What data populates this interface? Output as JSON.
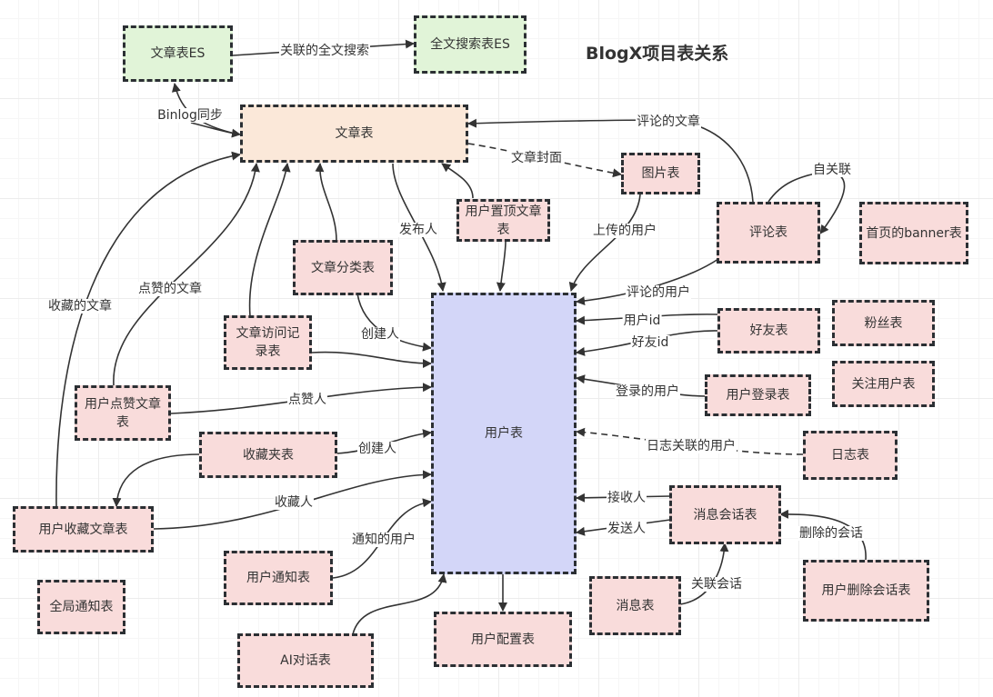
{
  "title": "BlogX项目表关系",
  "colors": {
    "es_fill": "#e1f4d8",
    "article_fill": "#fbe8d9",
    "user_fill": "#d3d6f8",
    "table_fill": "#f9dcdb",
    "border": "#2b2f33"
  },
  "nodes": {
    "article_es": "文章表ES",
    "fulltext_es": "全文搜索表ES",
    "article": "文章表",
    "image": "图片表",
    "user_top_article": "用户置顶文章表",
    "comment": "评论表",
    "banner": "首页的banner表",
    "category": "文章分类表",
    "visit_record": "文章访问记录表",
    "user_like_article": "用户点赞文章表",
    "favorite_folder": "收藏夹表",
    "user_collect_article": "用户收藏文章表",
    "global_notice": "全局通知表",
    "user_notice": "用户通知表",
    "ai_chat": "AI对话表",
    "user": "用户表",
    "user_config": "用户配置表",
    "friend": "好友表",
    "fans": "粉丝表",
    "follow": "关注用户表",
    "user_login": "用户登录表",
    "log": "日志表",
    "message_session": "消息会话表",
    "message": "消息表",
    "user_delete_session": "用户删除会话表"
  },
  "edges": {
    "es_fulltext": "关联的全文搜索",
    "binlog": "Binlog同步",
    "comment_article": "评论的文章",
    "cover": "文章封面",
    "self_relation": "自关联",
    "publisher": "发布人",
    "upload_user": "上传的用户",
    "comment_user": "评论的用户",
    "liked_article": "点赞的文章",
    "collected_article": "收藏的文章",
    "category_creator": "创建人",
    "liker": "点赞人",
    "folder_creator": "创建人",
    "collector": "收藏人",
    "notified_user": "通知的用户",
    "friend_user_id": "用户id",
    "friend_id": "好友id",
    "login_user": "登录的用户",
    "log_user": "日志关联的用户",
    "receiver": "接收人",
    "sender": "发送人",
    "related_session": "关联会话",
    "deleted_session": "删除的会话"
  }
}
